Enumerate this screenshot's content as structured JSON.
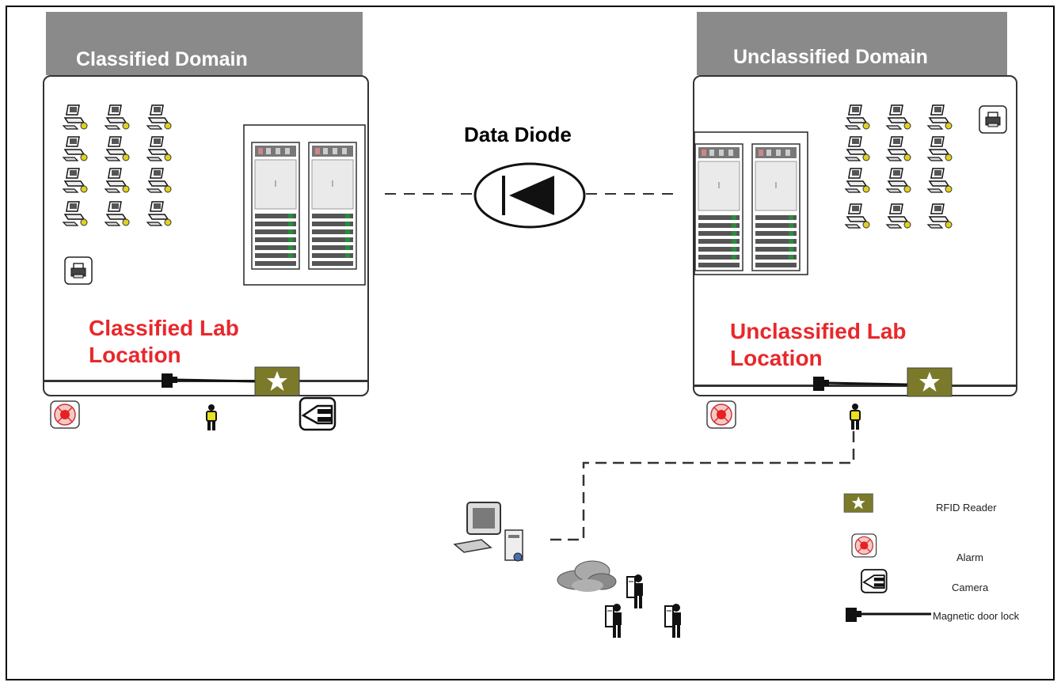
{
  "classified": {
    "header": "Classified Domain",
    "lab_label_line1": "Classified Lab",
    "lab_label_line2": "Location"
  },
  "unclassified": {
    "header": "Unclassified Domain",
    "lab_label_line1": "Unclassified Lab",
    "lab_label_line2": "Location"
  },
  "diode": {
    "title": "Data Diode"
  },
  "legend": {
    "rfid": "RFID Reader",
    "alarm": "Alarm",
    "camera": "Camera",
    "lock": "Magnetic door lock"
  },
  "colors": {
    "header_bg": "#8a8a8a",
    "lab_label": "#e8282c",
    "rfid_bg": "#7a7a2a",
    "alarm": "#e82020",
    "person_shirt": "#e8e020"
  }
}
